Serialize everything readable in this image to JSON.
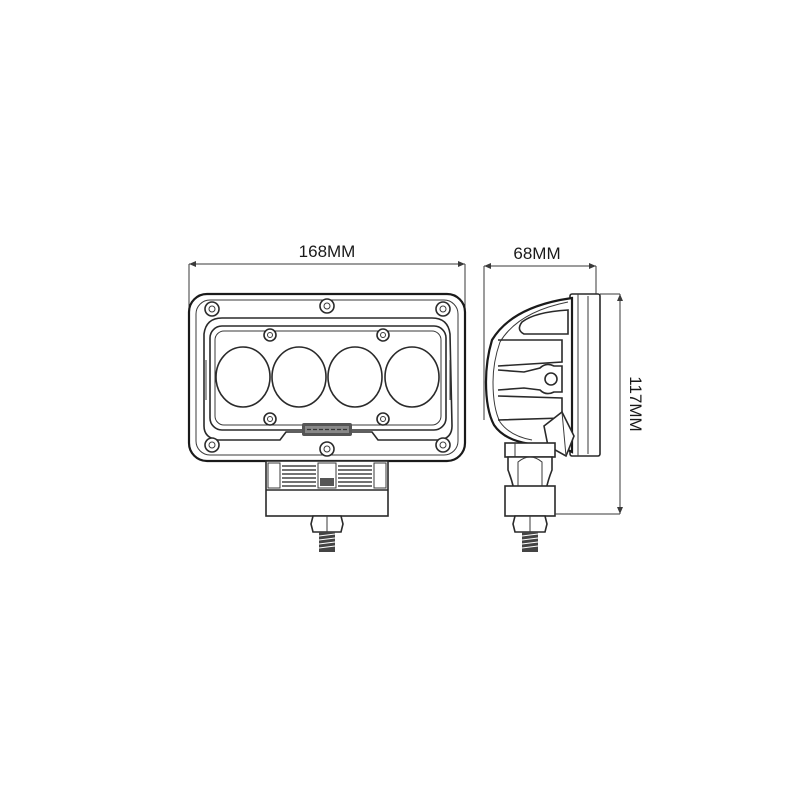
{
  "diagram": {
    "subject": "LED work light dimension drawing",
    "views": [
      {
        "name": "front-view",
        "led_count": 4,
        "outer_bolts": 6,
        "inner_bolts": 4
      },
      {
        "name": "side-view"
      }
    ],
    "dimensions": {
      "width_label": "168MM",
      "depth_label": "68MM",
      "height_label": "117MM"
    },
    "colors": {
      "line": "#2a2a2a",
      "background": "#ffffff"
    }
  }
}
